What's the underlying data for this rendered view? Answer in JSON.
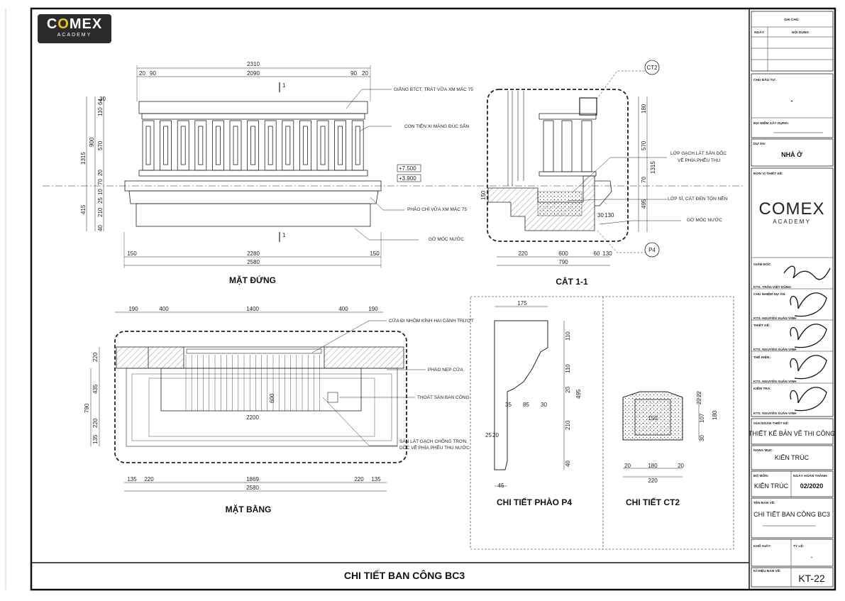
{
  "logo": {
    "main_pre": "C",
    "main_o": "O",
    "main_post": "MEX",
    "sub": "ACADEMY"
  },
  "sheet_title": "CHI TIẾT BAN CÔNG BC3",
  "elevation": {
    "title": "MẶT ĐỨNG",
    "dims_top": [
      "2310",
      "20",
      "90",
      "2090",
      "90",
      "20"
    ],
    "dims_left": [
      "1315",
      "900",
      "570",
      "110",
      "64",
      "30",
      "70",
      "20",
      "415",
      "210",
      "25",
      "40",
      "10"
    ],
    "dims_bottom": [
      "150",
      "2280",
      "150",
      "2580"
    ],
    "section_mark": "1",
    "levels": [
      "+7.500",
      "+3.900"
    ],
    "notes": [
      "GIẰNG BTCT, TRÁT VỮA XM MÁC 75",
      "CON TIỆN XI MĂNG ĐÚC SẴN",
      "PHÀO CHỈ VỮA XM MÁC 75",
      "GỜ MÓC NƯỚC"
    ]
  },
  "section": {
    "title": "CẮT 1-1",
    "tag_top": "CT2",
    "tag_bottom": "P4",
    "dims_right": [
      "180",
      "570",
      "1315",
      "70",
      "495"
    ],
    "dims_left": [
      "150"
    ],
    "dims_bottom": [
      "220",
      "600",
      "60",
      "130",
      "790"
    ],
    "dims_small": [
      "30",
      "130"
    ],
    "notes": [
      "LỚP GẠCH LÁT SÀN DỐC",
      "VỀ PHÍA PHỄU THU",
      "LỚP SỈ, CÁT ĐEN TÔN NỀN",
      "GỜ MÓC NƯỚC"
    ]
  },
  "plan": {
    "title": "MẶT BẰNG",
    "dims_top": [
      "190",
      "400",
      "1400",
      "400",
      "190"
    ],
    "dims_left": [
      "220",
      "790",
      "435",
      "220",
      "135"
    ],
    "dims_inner": [
      "600",
      "2200"
    ],
    "dims_bottom": [
      "135",
      "220",
      "1869",
      "220",
      "135",
      "2580"
    ],
    "notes": [
      "CỬA ĐI NHÔM KÍNH HAI CÁNH TRƯỢT",
      "PHÀO NẸP CỬA",
      "THOÁT SÀN BAN CÔNG",
      "SÀN LÁT GẠCH CHỐNG TRƠN,",
      "DỐC VỀ PHÍA PHỄU THU NƯỚC"
    ]
  },
  "p4": {
    "title": "CHI TIẾT PHÀO P4",
    "dims": [
      "175",
      "110",
      "110",
      "20",
      "495",
      "35",
      "85",
      "30",
      "210",
      "25",
      "20",
      "40",
      "45"
    ]
  },
  "ct2": {
    "title": "CHI TIẾT CT2",
    "dims": [
      "22",
      "22",
      "150",
      "107",
      "180",
      "30",
      "20",
      "180",
      "20",
      "220"
    ]
  },
  "titleblock": {
    "notes_title": "GHI CHÚ:",
    "col_date": "NGÀY",
    "col_content": "NỘI DUNG",
    "owner_label": "CHỦ ĐẦU TƯ:",
    "owner_value": "-",
    "location_label": "ĐỊA ĐIỂM XÂY DỰNG:",
    "project_label": "DỰ ÁN:",
    "project_value": "NHÀ Ở",
    "designer_label": "ĐƠN VỊ THIẾT KẾ:",
    "director_label": "GIÁM ĐỐC",
    "director_name": "KTS. TRẦN VIỆT DŨNG",
    "lead_label": "CHỦ NHIỆM DỰ ÁN:",
    "lead_name": "KTS. NGUYỄN XUÂN VINH",
    "design_label": "THIẾT KẾ:",
    "design_name": "KTS. NGUYỄN XUÂN VINH",
    "draw_label": "THỂ HIỆN:",
    "draw_name": "KTS. NGUYỄN XUÂN VINH",
    "check_label": "KIỂM TRA:",
    "check_name": "KTS. NGUYỄN XUÂN VINH",
    "phase_label": "GIAI ĐOẠN THIẾT KẾ:",
    "phase_value": "THIẾT KẾ BẢN VẼ THI CÔNG",
    "category_label": "HẠNG MỤC:",
    "category_value": "KIẾN TRÚC",
    "dept_label": "BỘ MÔN:",
    "dept_value": "KIẾN TRÚC",
    "date_label": "NGÀY HOÀN THÀNH:",
    "date_value": "02/2020",
    "dwg_label": "TÊN BẢN VẼ:",
    "dwg_value": "CHI TIẾT BAN CÔNG BC3",
    "size_label": "KHỔ GIẤY:",
    "scale_label": "TỶ LỆ:",
    "scale_value": "-",
    "code_label": "KÍ HIỆU BẢN VẼ:",
    "code_value": "KT-22"
  }
}
